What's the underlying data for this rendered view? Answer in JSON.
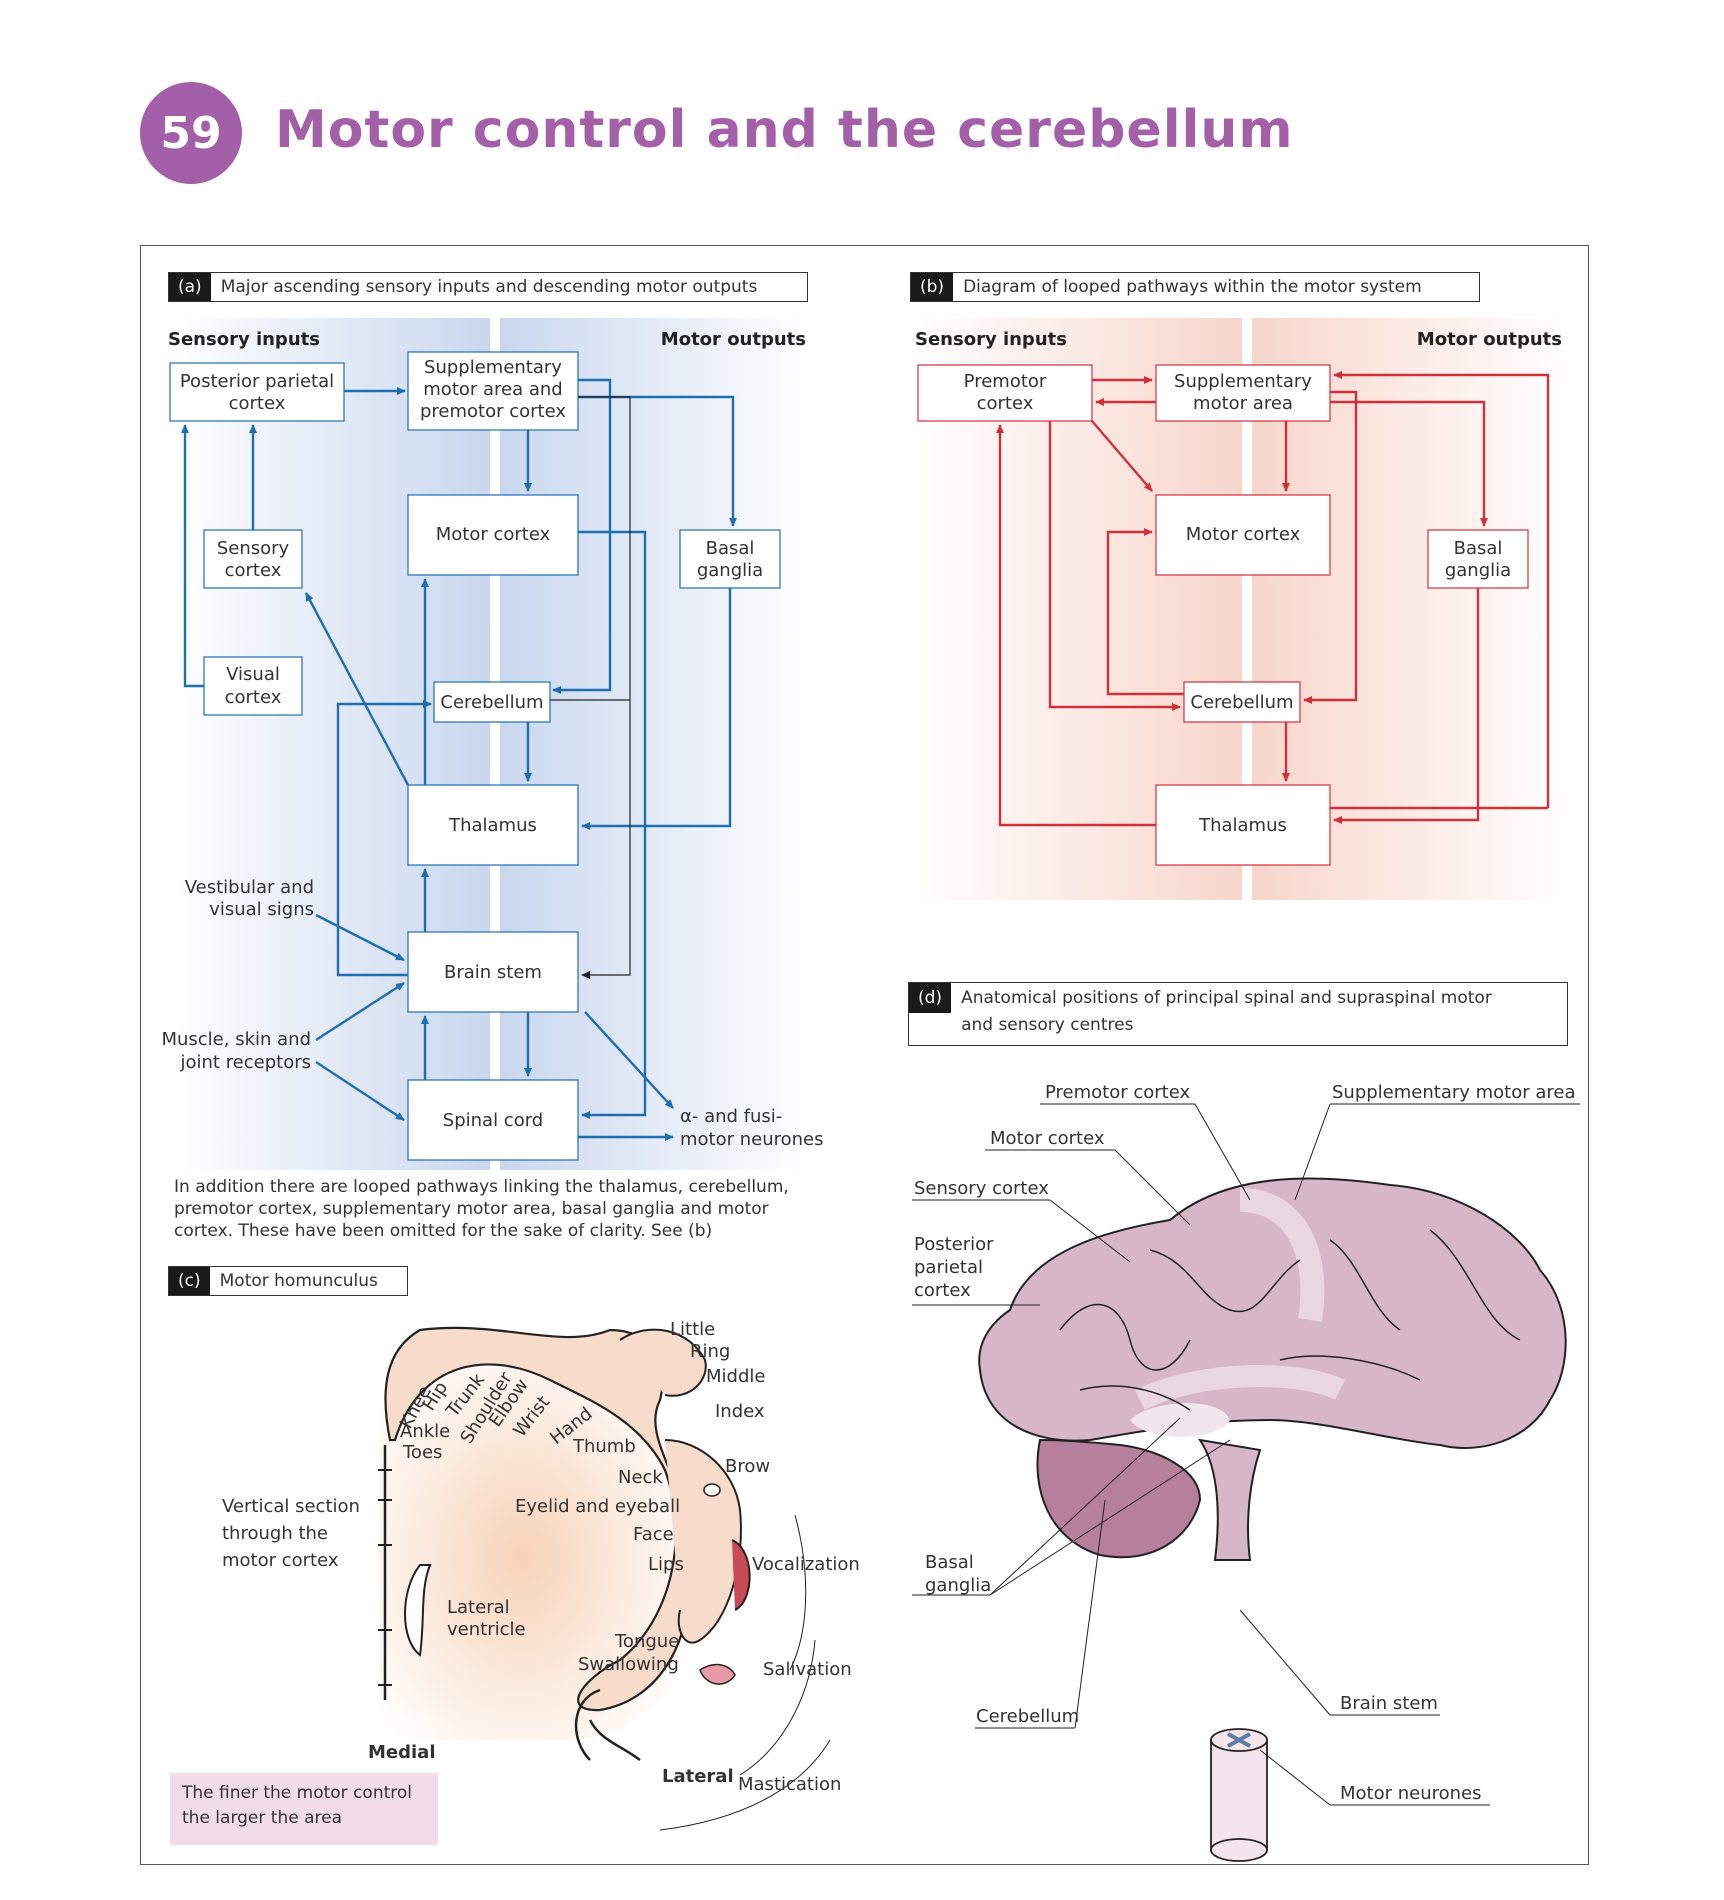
{
  "chapter": {
    "number": "59",
    "title": "Motor control and the cerebellum"
  },
  "panel_a": {
    "tag": "(a)",
    "title": "Major ascending sensory inputs and descending motor outputs",
    "sensory_heading": "Sensory inputs",
    "motor_heading": "Motor outputs",
    "boxes": {
      "posterior_parietal": [
        "Posterior parietal",
        "cortex"
      ],
      "sma_premotor": [
        "Supplementary",
        "motor area and",
        "premotor cortex"
      ],
      "sensory_cortex": [
        "Sensory",
        "cortex"
      ],
      "motor_cortex": "Motor cortex",
      "basal_ganglia": [
        "Basal",
        "ganglia"
      ],
      "visual_cortex": [
        "Visual",
        "cortex"
      ],
      "cerebellum": "Cerebellum",
      "thalamus": "Thalamus",
      "brain_stem": "Brain stem",
      "spinal_cord": "Spinal cord"
    },
    "vestibular": [
      "Vestibular and",
      "visual signs"
    ],
    "muscle": [
      "Muscle, skin and",
      "joint receptors"
    ],
    "alpha": [
      "α- and fusi-",
      "motor neurones"
    ],
    "note": [
      "In addition there are looped pathways linking the thalamus, cerebellum,",
      "premotor cortex, supplementary motor area, basal ganglia and motor",
      "cortex. These have been omitted for the sake of clarity. See (b)"
    ]
  },
  "panel_b": {
    "tag": "(b)",
    "title": "Diagram of looped pathways within the motor system",
    "sensory_heading": "Sensory inputs",
    "motor_heading": "Motor outputs",
    "boxes": {
      "premotor": [
        "Premotor",
        "cortex"
      ],
      "sma": [
        "Supplementary",
        "motor area"
      ],
      "motor_cortex": "Motor cortex",
      "basal_ganglia": [
        "Basal",
        "ganglia"
      ],
      "cerebellum": "Cerebellum",
      "thalamus": "Thalamus"
    }
  },
  "panel_c": {
    "tag": "(c)",
    "title": "Motor homunculus",
    "rotated_labels": [
      "Knee",
      "Hip",
      "Trunk",
      "Shoulder",
      "Elbow",
      "Wrist",
      "Hand"
    ],
    "labels": {
      "ankle": "Ankle",
      "toes": "Toes",
      "little": "Little",
      "ring": "Ring",
      "middle": "Middle",
      "index": "Index",
      "thumb": "Thumb",
      "neck": "Neck",
      "brow": "Brow",
      "eyelid": "Eyelid and eyeball",
      "face": "Face",
      "lips": "Lips",
      "vocalization": "Vocalization",
      "tongue": "Tongue",
      "swallowing": "Swallowing",
      "salivation": "Salivation",
      "mastication": "Mastication",
      "medial": "Medial",
      "lateral": "Lateral",
      "lat_ventricle": [
        "Lateral",
        "ventricle"
      ],
      "vertical": [
        "Vertical section",
        "through the",
        "motor cortex"
      ]
    },
    "finer": [
      "The finer the motor control",
      "the larger the area"
    ]
  },
  "panel_d": {
    "tag": "(d)",
    "title": [
      "Anatomical positions of principal spinal and supraspinal motor",
      "and sensory centres"
    ],
    "labels": {
      "premotor": "Premotor cortex",
      "sma": "Supplementary motor area",
      "motor_cortex": "Motor cortex",
      "sensory": "Sensory cortex",
      "posterior": [
        "Posterior",
        "parietal",
        "cortex"
      ],
      "basal": [
        "Basal",
        "ganglia"
      ],
      "cerebellum": "Cerebellum",
      "brain_stem": "Brain stem",
      "motor_neurones": "Motor neurones"
    }
  },
  "colors": {
    "chapter": "#a35fa8",
    "blue": "#1f6fb0",
    "red": "#d0303a",
    "brain": "#d7b6c8",
    "pink_box": "#f2dde6"
  }
}
